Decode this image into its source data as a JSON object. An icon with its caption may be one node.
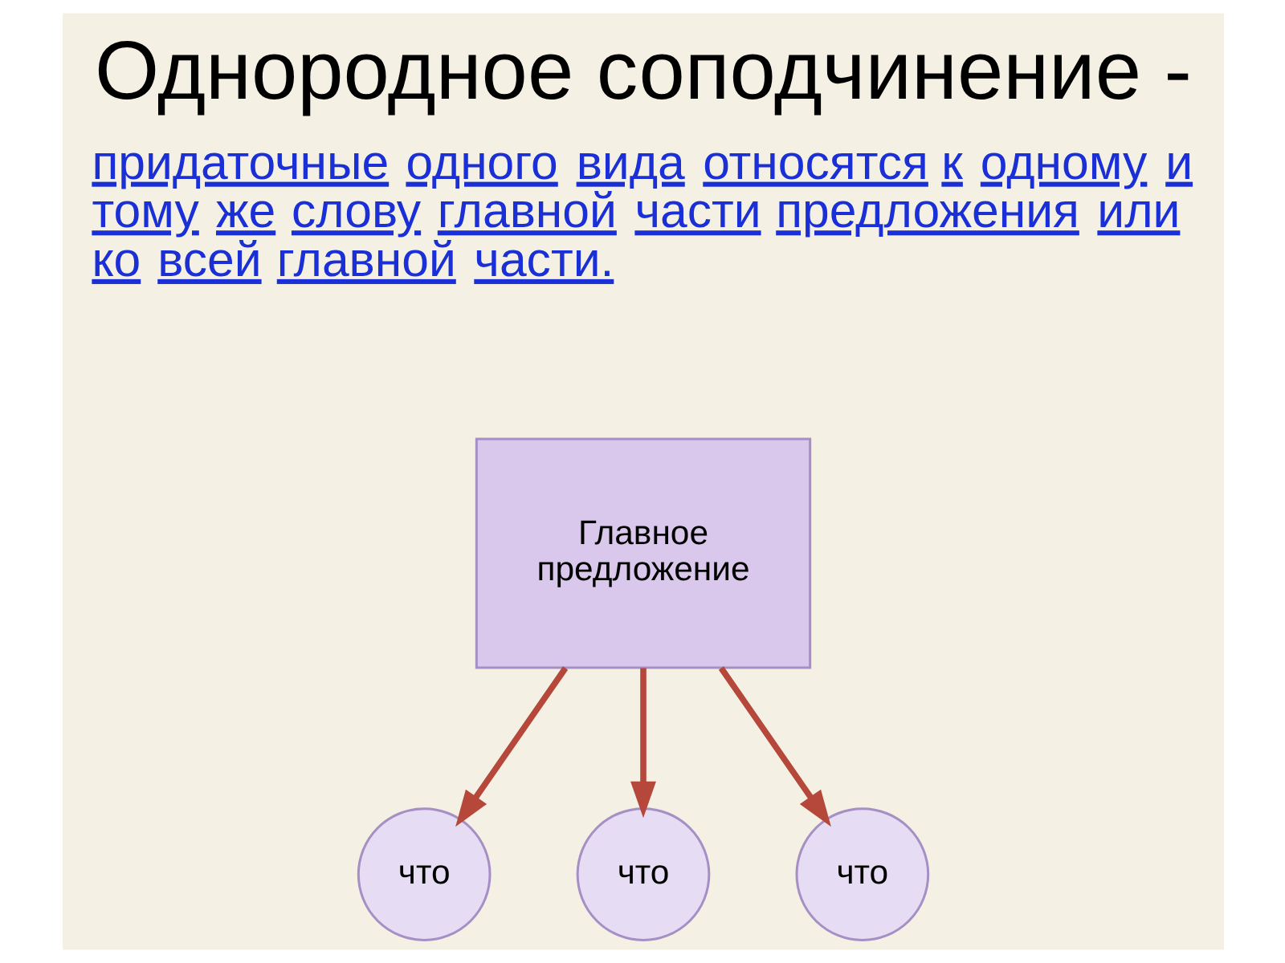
{
  "diagram": {
    "title": "Однородное соподчинение -",
    "nodes": [
      {
        "text": [
          "Главное предложение"
        ]
      },
      {
        "text": [
          "что"
        ]
      },
      {
        "text": [
          "что"
        ]
      },
      {
        "text": [
          "что"
        ]
      }
    ],
    "edges": [
      {
        "from": 0,
        "to": 1,
        "arrow": "to"
      },
      {
        "from": 0,
        "to": 2,
        "arrow": "to"
      },
      {
        "from": 0,
        "to": 3,
        "arrow": "to"
      }
    ],
    "labels": [
      "придаточные одного вида относятся к одному и тому же слову главной части предложения или ко всей главной части."
    ]
  }
}
